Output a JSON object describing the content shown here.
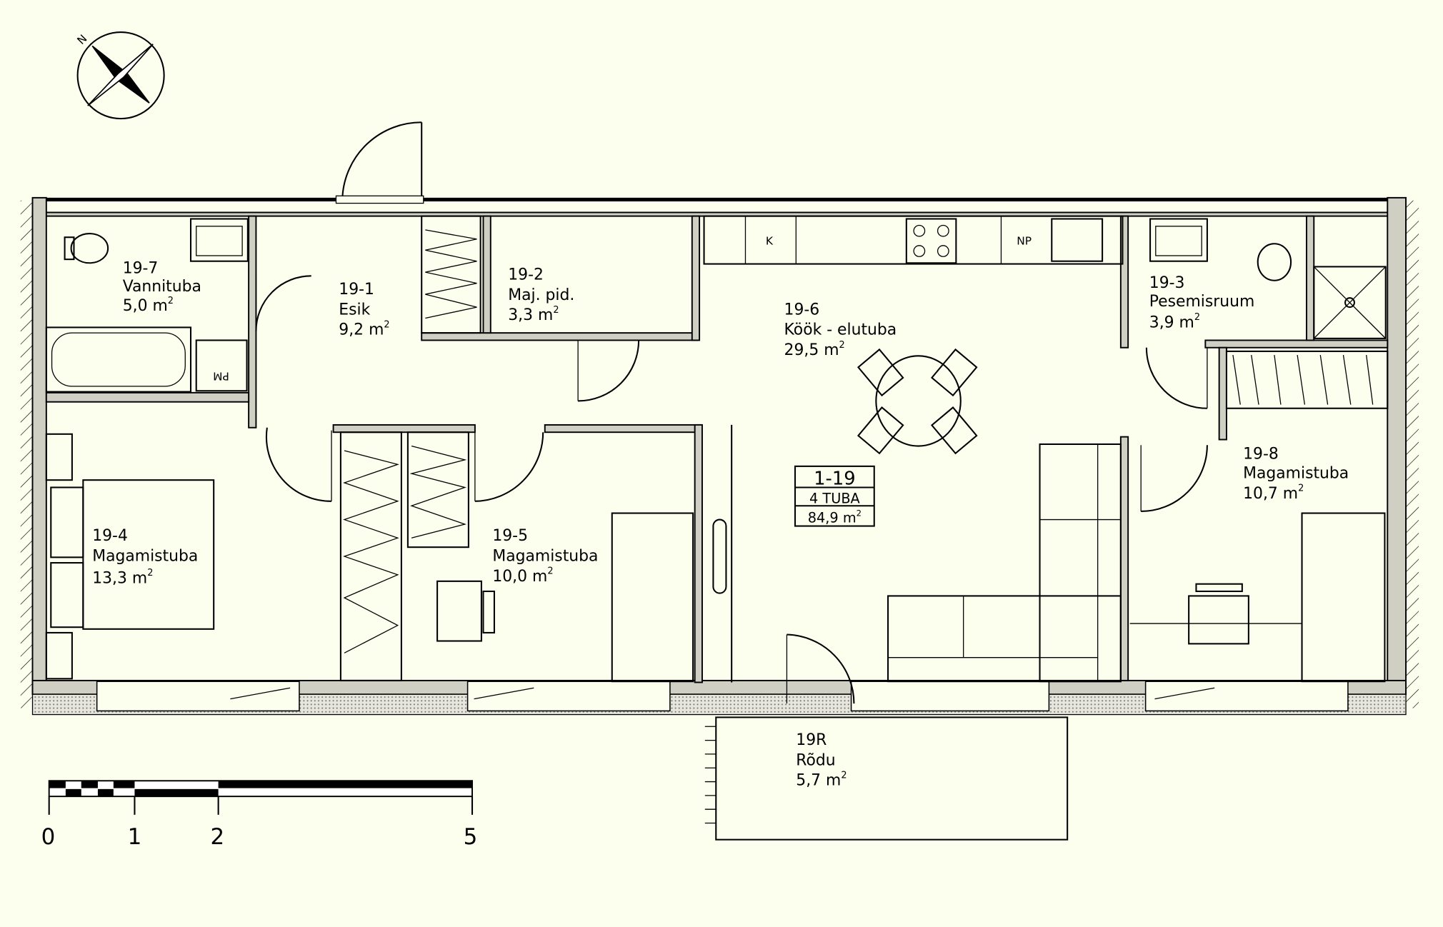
{
  "compass": {
    "north_label": "N"
  },
  "rooms": [
    {
      "id": "19-7",
      "name": "Vannituba",
      "area": "5,0",
      "unit": "m",
      "sup": "2"
    },
    {
      "id": "19-1",
      "name": "Esik",
      "area": "9,2",
      "unit": "m",
      "sup": "2"
    },
    {
      "id": "19-2",
      "name": "Maj. pid.",
      "area": "3,3",
      "unit": "m",
      "sup": "2"
    },
    {
      "id": "19-6",
      "name": "Köök - elutuba",
      "area": "29,5",
      "unit": "m",
      "sup": "2"
    },
    {
      "id": "19-3",
      "name": "Pesemisruum",
      "area": "3,9",
      "unit": "m",
      "sup": "2"
    },
    {
      "id": "19-4",
      "name": "Magamistuba",
      "area": "13,3",
      "unit": "m",
      "sup": "2"
    },
    {
      "id": "19-5",
      "name": "Magamistuba",
      "area": "10,0",
      "unit": "m",
      "sup": "2"
    },
    {
      "id": "19-8",
      "name": "Magamistuba",
      "area": "10,7",
      "unit": "m",
      "sup": "2"
    },
    {
      "id": "19R",
      "name": "Rõdu",
      "area": "5,7",
      "unit": "m",
      "sup": "2"
    }
  ],
  "appliances": {
    "fridge": "K",
    "dishwasher": "NP",
    "washing_machine": "PM"
  },
  "apartment": {
    "number": "1-19",
    "rooms": "4 TUBA",
    "area": "84,9 m",
    "sup": "2"
  },
  "scale_bar": {
    "labels": [
      "0",
      "1",
      "2",
      "5"
    ]
  }
}
